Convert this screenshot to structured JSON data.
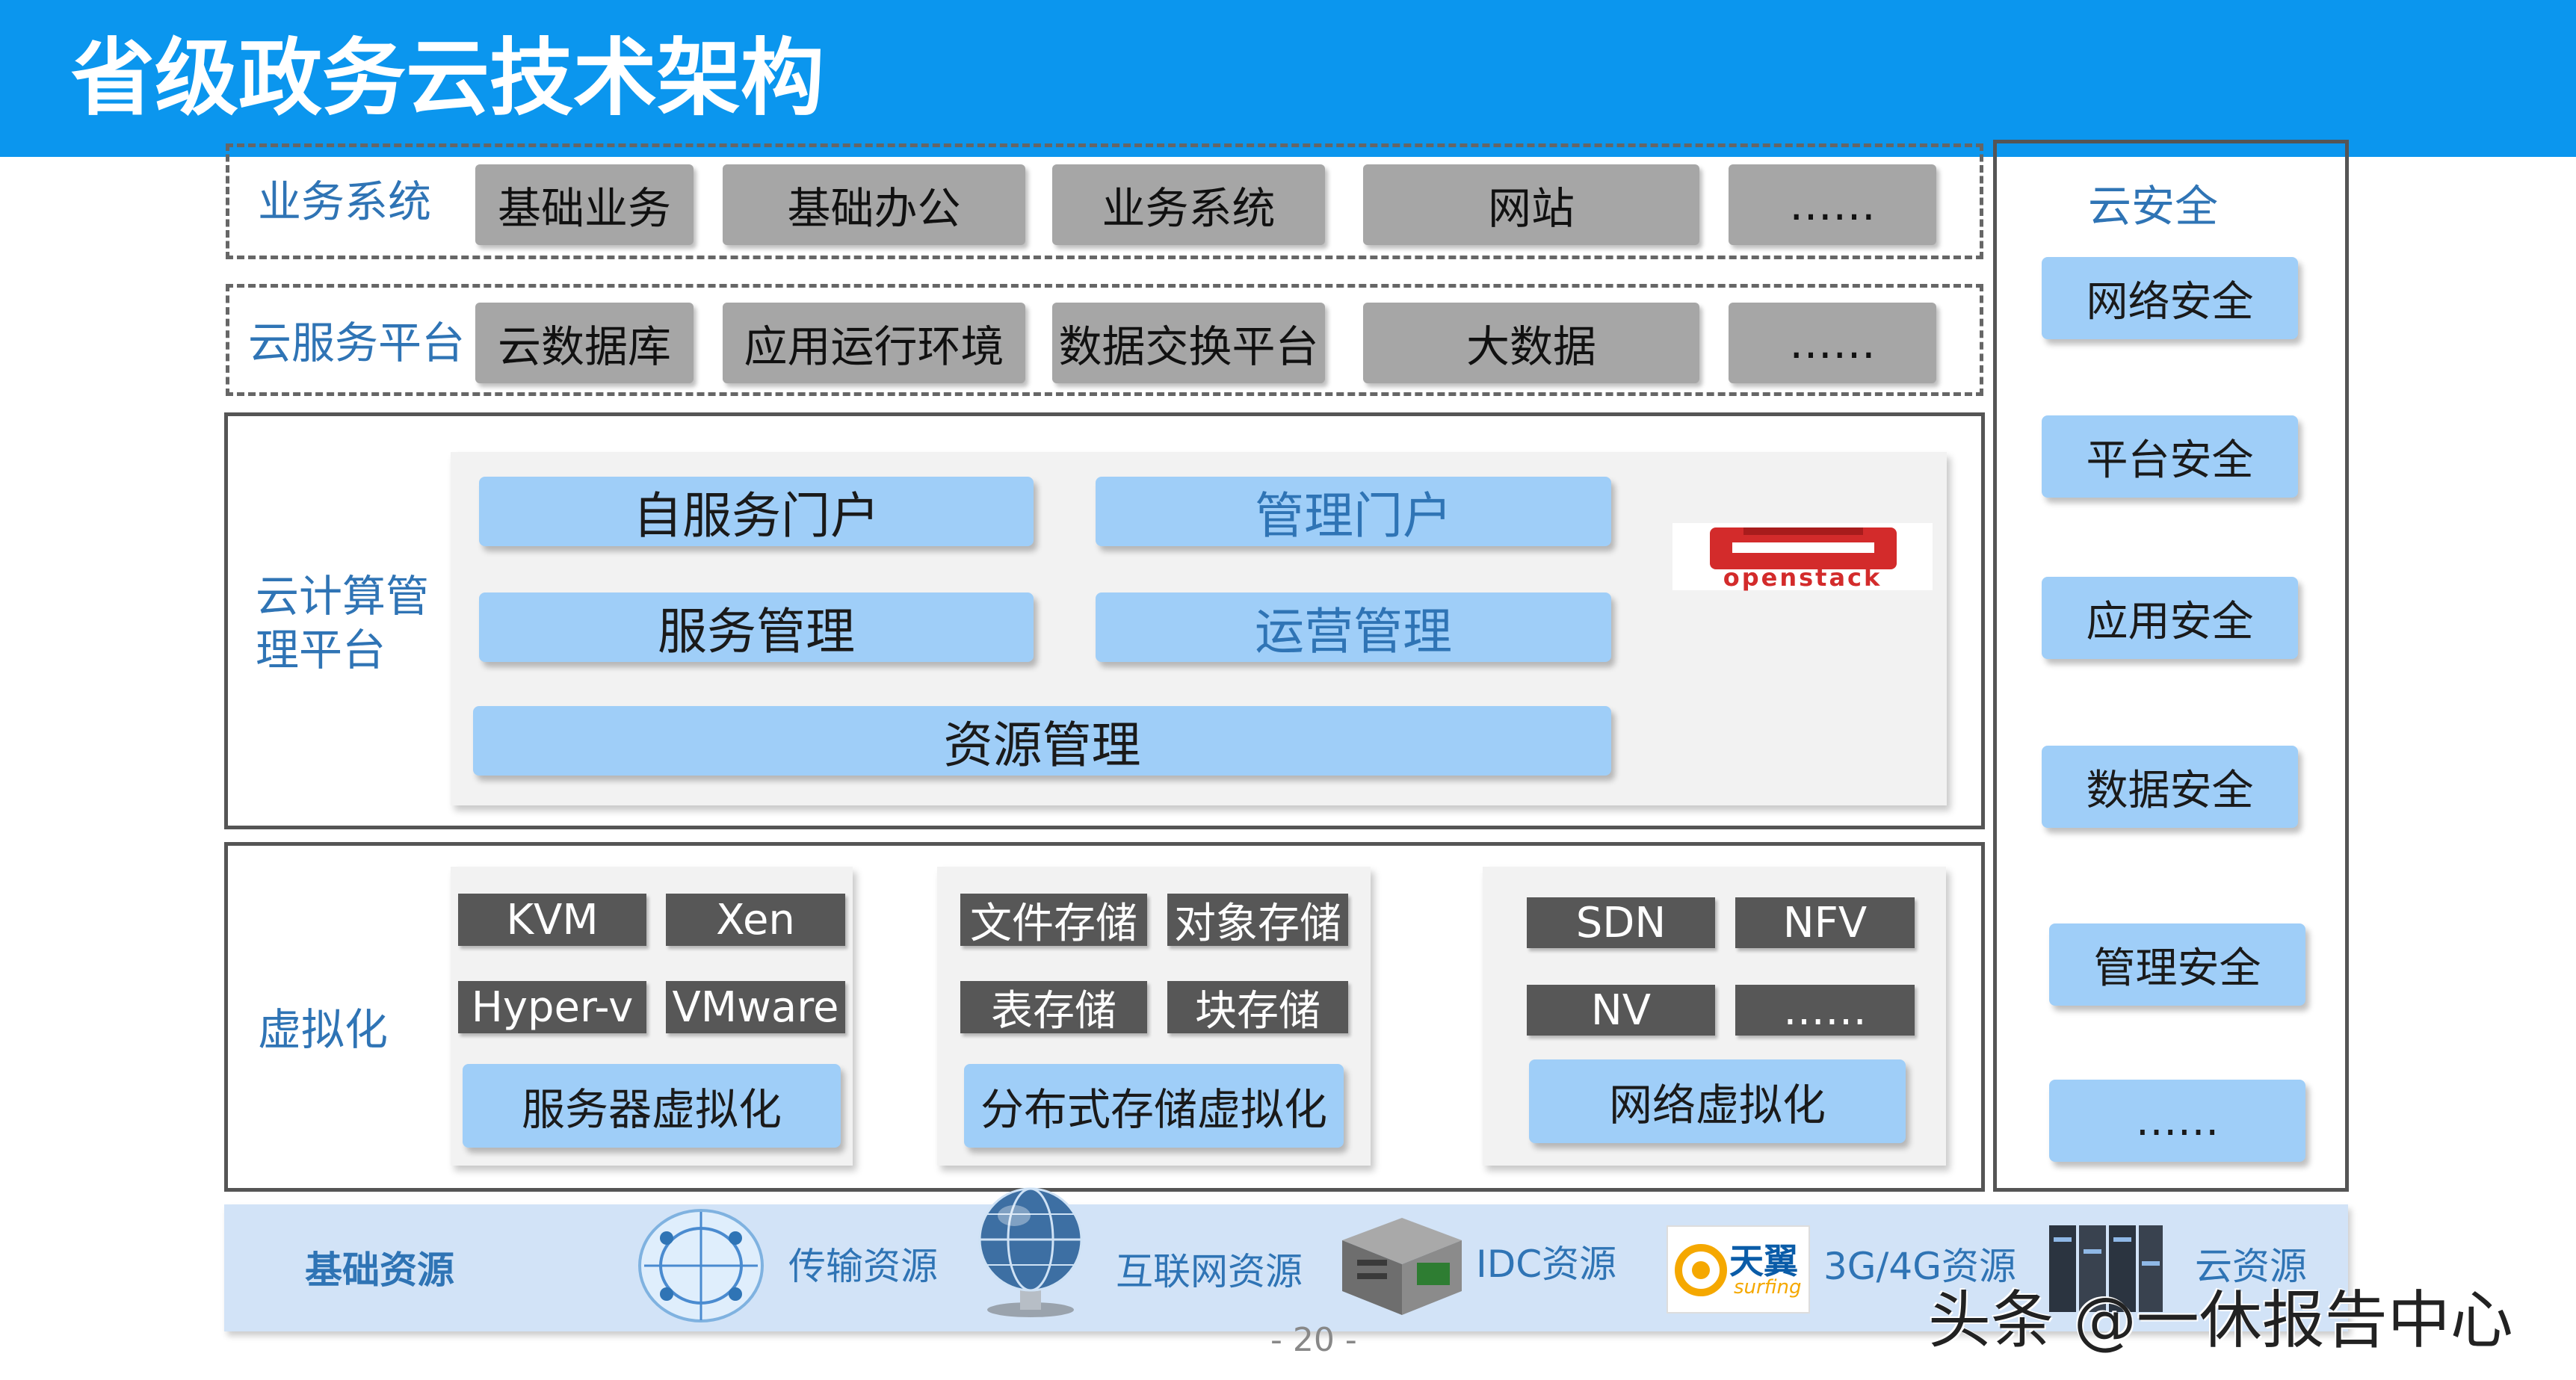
{
  "title": "省级政务云技术架构",
  "business": {
    "label": "业务系统",
    "items": [
      "基础业务",
      "基础办公",
      "业务系统",
      "网站",
      "……"
    ]
  },
  "cloud_service": {
    "label": "云服务平台",
    "items": [
      "云数据库",
      "应用运行环境",
      "数据交换平台",
      "大数据",
      "……"
    ]
  },
  "cloud_mgmt": {
    "label": "云计算管理平台",
    "self_service": "自服务门户",
    "admin_portal": "管理门户",
    "service_mgmt": "服务管理",
    "ops_mgmt": "运营管理",
    "resource_mgmt": "资源管理",
    "logo_text": "openstack"
  },
  "virtualization": {
    "label": "虚拟化",
    "server": {
      "tags": [
        "KVM",
        "Xen",
        "Hyper-v",
        "VMware"
      ],
      "title": "服务器虚拟化"
    },
    "storage": {
      "tags": [
        "文件存储",
        "对象存储",
        "表存储",
        "块存储"
      ],
      "title": "分布式存储虚拟化"
    },
    "network": {
      "tags": [
        "SDN",
        "NFV",
        "NV",
        "……"
      ],
      "title": "网络虚拟化"
    }
  },
  "security": {
    "title": "云安全",
    "items": [
      "网络安全",
      "平台安全",
      "应用安全",
      "数据安全",
      "管理安全",
      "……"
    ]
  },
  "resources": {
    "label": "基础资源",
    "items": [
      "传输资源",
      "互联网资源",
      "IDC资源",
      "3G/4G资源",
      "云资源"
    ],
    "brand_text": "天翼",
    "brand_sub": "surfing"
  },
  "page_number": "- 20 -",
  "watermark": "头条 @一休报告中心"
}
